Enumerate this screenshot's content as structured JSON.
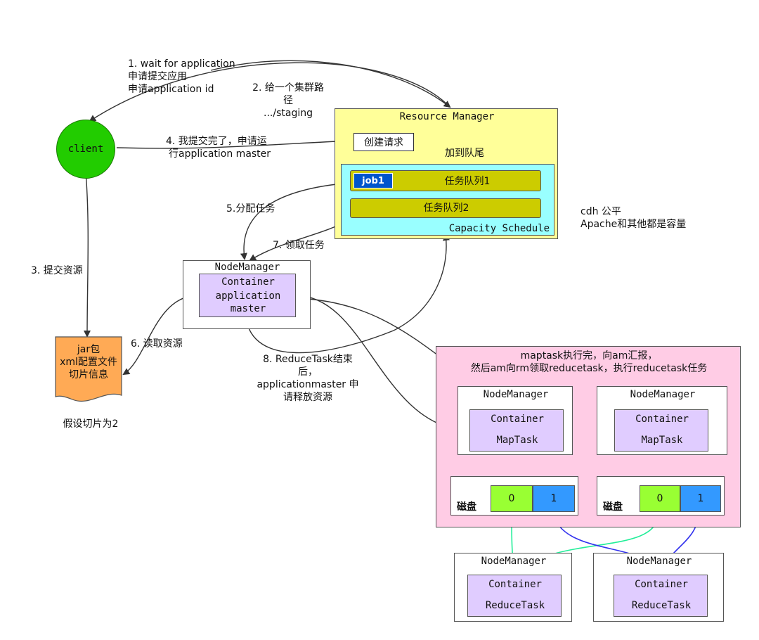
{
  "steps": {
    "s1_line1": "1. wait for application",
    "s1_line2": "申请提交应用",
    "s1_line3": "申请application id",
    "s2_line1": "2. 给一个集群路",
    "s2_line2": "径",
    "s2_line3": ".../staging",
    "s3": "3. 提交资源",
    "s4_line1": "4. 我提交完了，申请运",
    "s4_line2": "行application master",
    "s5": "5.分配任务",
    "s6": "6. 读取资源",
    "s7": "7. 领取任务",
    "s8_line1": "8. ReduceTask结束",
    "s8_line2": "后，",
    "s8_line3": "applicationmaster 申",
    "s8_line4": "请释放资源"
  },
  "client": {
    "label": "client"
  },
  "resource_manager": {
    "title": "Resource Manager",
    "create_request": "创建请求",
    "enqueue": "加到队尾",
    "job": "job1",
    "queue1": "任务队列1",
    "queue2": "任务队列2",
    "scheduler": "Capacity Schedule"
  },
  "scheduler_note": {
    "line1": "cdh 公平",
    "line2": "Apache和其他都是容量"
  },
  "am_node": {
    "title": "NodeManager",
    "line1": "Container",
    "line2": "application",
    "line3": "master"
  },
  "resources_doc": {
    "line1": "jar包",
    "line2": "xml配置文件",
    "line3": "切片信息",
    "caption": "假设切片为2"
  },
  "map_area": {
    "note_line1": "maptask执行完，向am汇报，",
    "note_line2": "然后am向rm领取reducetask，执行reducetask任务",
    "nodes": [
      {
        "title": "NodeManager",
        "container": "Container",
        "task": "MapTask",
        "disk": "磁盘",
        "p0": "0",
        "p1": "1"
      },
      {
        "title": "NodeManager",
        "container": "Container",
        "task": "MapTask",
        "disk": "磁盘",
        "p0": "0",
        "p1": "1"
      }
    ]
  },
  "reduce_nodes": [
    {
      "title": "NodeManager",
      "container": "Container",
      "task": "ReduceTask"
    },
    {
      "title": "NodeManager",
      "container": "Container",
      "task": "ReduceTask"
    }
  ],
  "colors": {
    "client": "#22cc00",
    "rm_bg": "#ffff99",
    "scheduler_bg": "#99ffff",
    "queue": "#cccc00",
    "job": "#0055cc",
    "container": "#e0ccff",
    "document": "#ffaa55",
    "map_area": "#ffcce5",
    "partition0": "#99ff33",
    "partition1": "#3399ff",
    "shuffle_green": "#22ee99",
    "shuffle_blue": "#3333ee"
  }
}
